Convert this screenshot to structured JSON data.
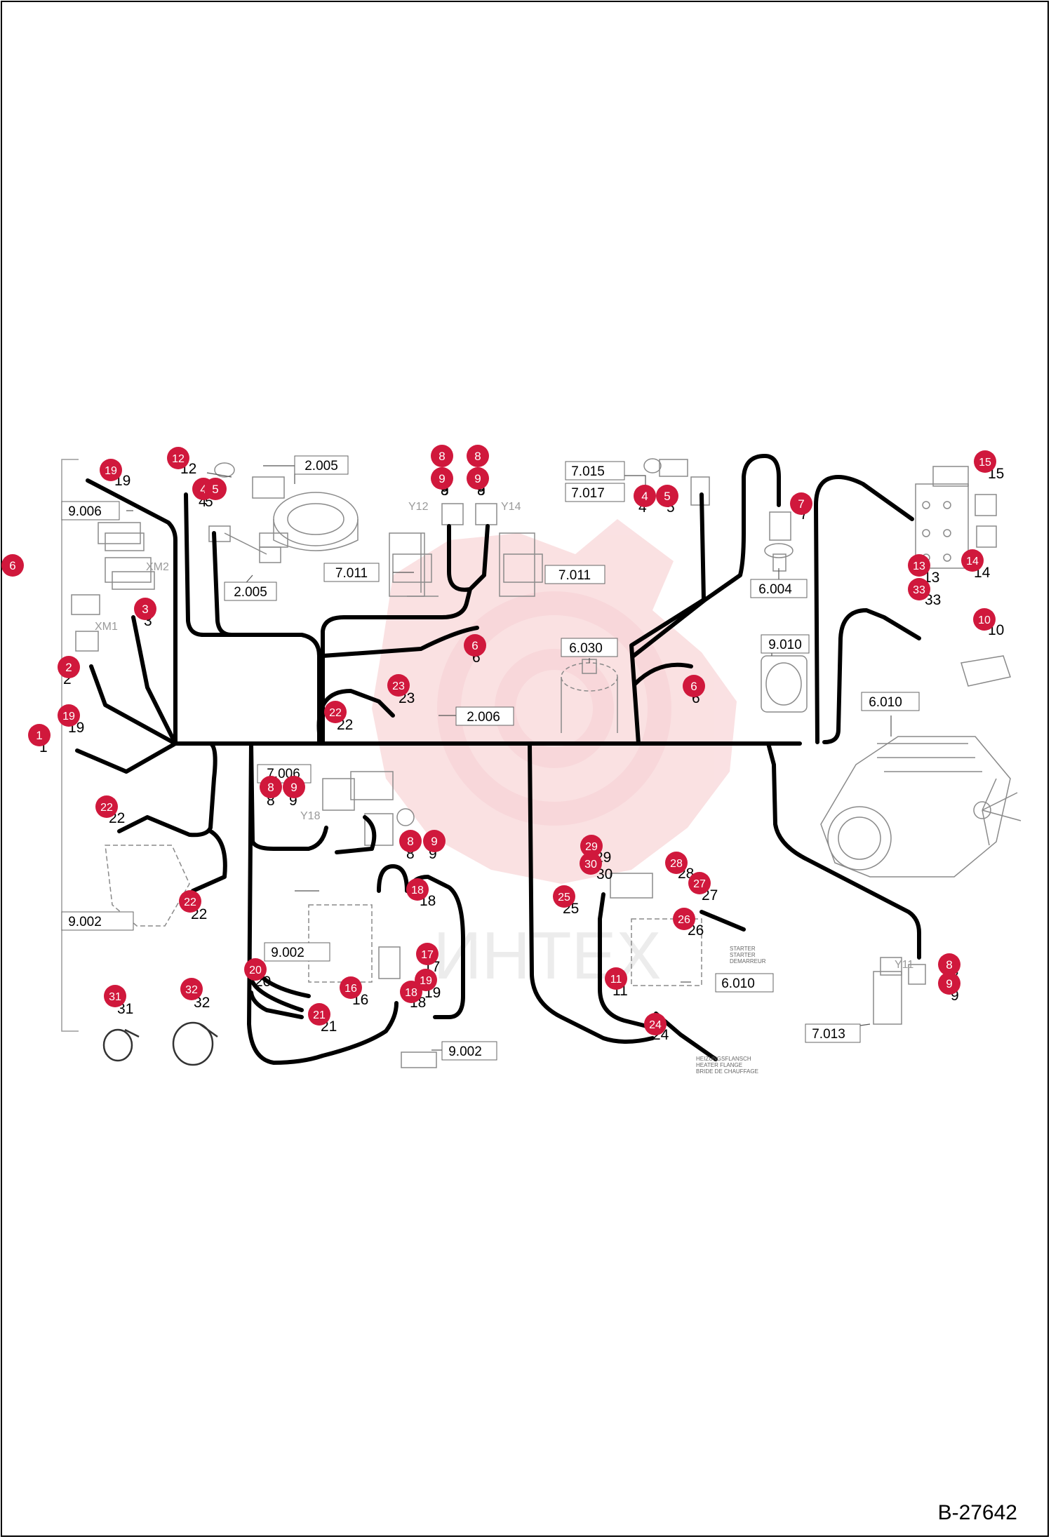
{
  "drawing_id": "B-27642",
  "watermark_text": "ИНТЕХ",
  "colors": {
    "callout": "#d0183c",
    "callout_text": "#ffffff",
    "wire": "#000000",
    "part_outline": "#8a8a8a",
    "watermark": "#f2b6bb"
  },
  "reference_boxes": [
    "2.005",
    "2.005",
    "7.011",
    "7.011",
    "7.015",
    "7.017",
    "9.006",
    "6.004",
    "6.030",
    "9.010",
    "2.006",
    "6.010",
    "7.006",
    "9.002",
    "9.002",
    "6.010",
    "9.002",
    "7.013"
  ],
  "component_tags": [
    "XM2",
    "XM1",
    "Y12",
    "Y14",
    "Y18",
    "Y11"
  ],
  "callouts": [
    "19",
    "12",
    "4",
    "5",
    "8",
    "9",
    "8",
    "9",
    "4",
    "5",
    "7",
    "15",
    "6",
    "3",
    "2",
    "13",
    "33",
    "14",
    "10",
    "6",
    "6",
    "23",
    "22",
    "19",
    "1",
    "22",
    "8",
    "9",
    "8",
    "9",
    "22",
    "29",
    "30",
    "28",
    "27",
    "25",
    "18",
    "26",
    "17",
    "20",
    "16",
    "19",
    "18",
    "11",
    "21",
    "24",
    "8",
    "9",
    "31",
    "32"
  ],
  "part_numbers": [
    "19",
    "12",
    "4",
    "5",
    "8",
    "9",
    "8",
    "9",
    "4",
    "5",
    "7",
    "15",
    "3",
    "2",
    "13",
    "33",
    "14",
    "10",
    "6",
    "6",
    "23",
    "22",
    "19",
    "1",
    "22",
    "8",
    "9",
    "8",
    "9",
    "22",
    "29",
    "30",
    "28",
    "27",
    "25",
    "18",
    "26",
    "17",
    "20",
    "16",
    "19",
    "18",
    "11",
    "21",
    "24",
    "8",
    "9",
    "31",
    "32"
  ],
  "labels": {
    "starter": [
      "STARTER",
      "STARTER",
      "DEMARREUR"
    ],
    "heater_flange": [
      "HEIZUNGSFLANSCH",
      "HEATER FLANGE",
      "BRIDE DE CHAUFFAGE"
    ]
  }
}
